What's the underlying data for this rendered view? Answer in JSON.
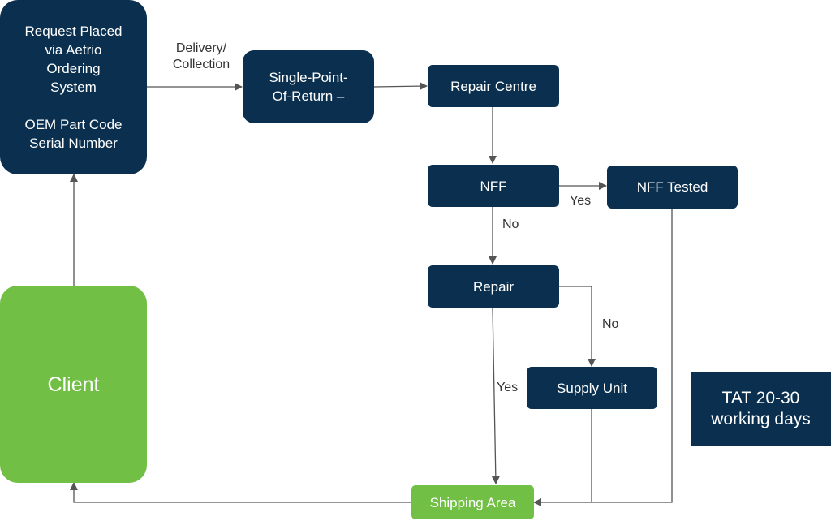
{
  "diagram": {
    "colors": {
      "dark_node": "#0b2f4e",
      "client_node": "#71bf44",
      "edge": "#555555",
      "label_text": "#333333"
    },
    "nodes": {
      "request": {
        "line1": "Request Placed",
        "line2": "via Aetrio",
        "line3": "Ordering",
        "line4": "System",
        "line5": "OEM Part Code",
        "line6": "Serial Number"
      },
      "single_point": {
        "line1": "Single-Point-",
        "line2": "Of-Return –"
      },
      "repair_centre": "Repair Centre",
      "nff": "NFF",
      "nff_tested": "NFF Tested",
      "repair": "Repair",
      "supply_unit": "Supply Unit",
      "shipping_area": "Shipping Area",
      "client": "Client",
      "tat": {
        "line1": "TAT 20-30",
        "line2": "working days"
      }
    },
    "edge_labels": {
      "delivery": {
        "line1": "Delivery/",
        "line2": "Collection"
      },
      "nff_yes": "Yes",
      "nff_no": "No",
      "repair_no": "No",
      "repair_yes": "Yes"
    }
  }
}
